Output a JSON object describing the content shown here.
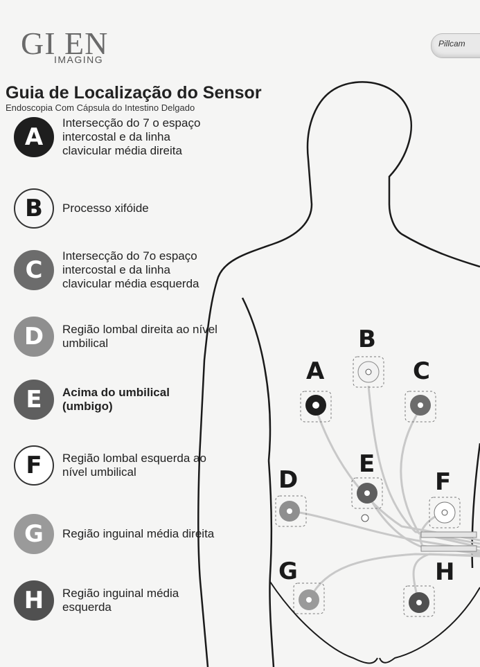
{
  "brand": {
    "logo_main": "GI EN",
    "logo_sub": "IMAGING",
    "pill_label": "Pillcam"
  },
  "title": "Guia de Localização do Sensor",
  "subtitle": "Endoscopia Com Cápsula do Intestino Delgado",
  "legend": [
    {
      "letter": "A",
      "text": "Intersecção do 7 o espaço intercostal e da linha clavicular média direita",
      "fill": "#1e1e1e",
      "fg": "#ffffff",
      "bold": false
    },
    {
      "letter": "B",
      "text": "Processo xifóide",
      "fill": "#f6f6f6",
      "fg": "#1a1a1a",
      "bold": false
    },
    {
      "letter": "C",
      "text": "Intersecção do 7o espaço intercostal e da linha clavicular média esquerda",
      "fill": "#6c6c6c",
      "fg": "#ffffff",
      "bold": false
    },
    {
      "letter": "D",
      "text": "Região lombal direita ao nível umbilical",
      "fill": "#8f8f8f",
      "fg": "#ffffff",
      "bold": false
    },
    {
      "letter": "E",
      "text": "Acima do umbilical (umbigo)",
      "fill": "#5f5f5f",
      "fg": "#ffffff",
      "bold": true
    },
    {
      "letter": "F",
      "text": "Região lombal esquerda ao nível umbilical",
      "fill": "#ffffff",
      "fg": "#1a1a1a",
      "bold": false
    },
    {
      "letter": "G",
      "text": "Região inguinal média direita",
      "fill": "#9a9a9a",
      "fg": "#ffffff",
      "bold": false
    },
    {
      "letter": "H",
      "text": "Região inguinal média esquerda",
      "fill": "#505050",
      "fg": "#ffffff",
      "bold": false
    }
  ],
  "markers": {
    "A": "A",
    "B": "B",
    "C": "C",
    "D": "D",
    "E": "E",
    "F": "F",
    "G": "G",
    "H": "H"
  }
}
